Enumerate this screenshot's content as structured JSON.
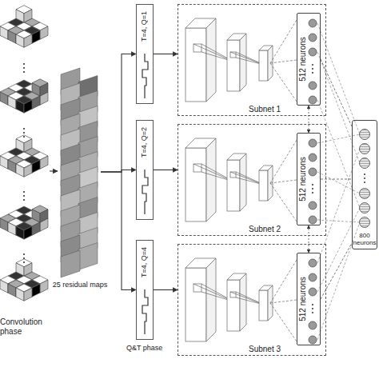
{
  "diagram": {
    "nodes": [
      {
        "text": [
          "Convolution phase"
        ]
      },
      {
        "text": [
          "25 residual maps"
        ]
      },
      {
        "text": [
          "T=4, Q=1"
        ]
      },
      {
        "text": [
          "T=4, Q=2"
        ]
      },
      {
        "text": [
          "T=4, Q=4"
        ]
      },
      {
        "text": [
          "Subnet 1"
        ]
      },
      {
        "text": [
          "512 neurons"
        ],
        "in": 5
      },
      {
        "text": [
          "Subnet 2"
        ]
      },
      {
        "text": [
          "512 neurons"
        ],
        "in": 7
      },
      {
        "text": [
          "Subnet 3"
        ]
      },
      {
        "text": [
          "512 neurons"
        ],
        "in": 9
      },
      {
        "text": [
          "800 neurons"
        ]
      }
    ],
    "edges": [
      {
        "from": 0,
        "to": 1,
        "arrow": "to"
      },
      {
        "from": 1,
        "to": 2,
        "arrow": "to"
      },
      {
        "from": 1,
        "to": 3,
        "arrow": "to"
      },
      {
        "from": 1,
        "to": 4,
        "arrow": "to"
      },
      {
        "from": 2,
        "to": 5,
        "arrow": "to"
      },
      {
        "from": 3,
        "to": 7,
        "arrow": "to"
      },
      {
        "from": 4,
        "to": 9,
        "arrow": "to"
      },
      {
        "from": 6,
        "to": 11,
        "arrow": "none"
      },
      {
        "from": 8,
        "to": 11,
        "arrow": "none"
      },
      {
        "from": 10,
        "to": 11,
        "arrow": "none"
      },
      {
        "from": 6,
        "to": 8,
        "arrow": "both"
      },
      {
        "from": 8,
        "to": 10,
        "arrow": "both"
      }
    ],
    "labels": [
      "Q&T phase"
    ]
  }
}
